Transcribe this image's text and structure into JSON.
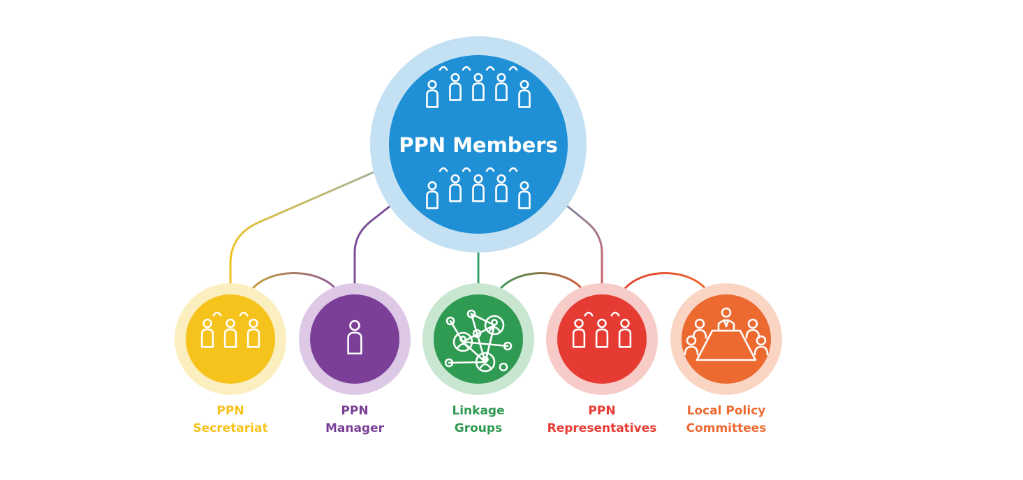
{
  "hub": {
    "title": "PPN Members",
    "color": "#1f8fd6",
    "ring_color": "#c4e1f4",
    "icon": "people-group-icon"
  },
  "nodes": [
    {
      "id": "secretariat",
      "label_line1": "PPN",
      "label_line2": "Secretariat",
      "color": "#f6c21c",
      "ring_color": "#fcefbf",
      "icon": "people-group-icon"
    },
    {
      "id": "manager",
      "label_line1": "PPN",
      "label_line2": "Manager",
      "color": "#7b3f98",
      "ring_color": "#ddc9e6",
      "icon": "person-icon"
    },
    {
      "id": "linkage",
      "label_line1": "Linkage",
      "label_line2": "Groups",
      "color": "#2f9a52",
      "ring_color": "#c8e6d0",
      "icon": "network-icon"
    },
    {
      "id": "representatives",
      "label_line1": "PPN",
      "label_line2": "Representatives",
      "color": "#e63b33",
      "ring_color": "#f7cbc8",
      "icon": "people-group-icon"
    },
    {
      "id": "committees",
      "label_line1": "Local Policy",
      "label_line2": "Committees",
      "color": "#ec6a30",
      "ring_color": "#fad5c4",
      "icon": "meeting-table-icon"
    }
  ]
}
